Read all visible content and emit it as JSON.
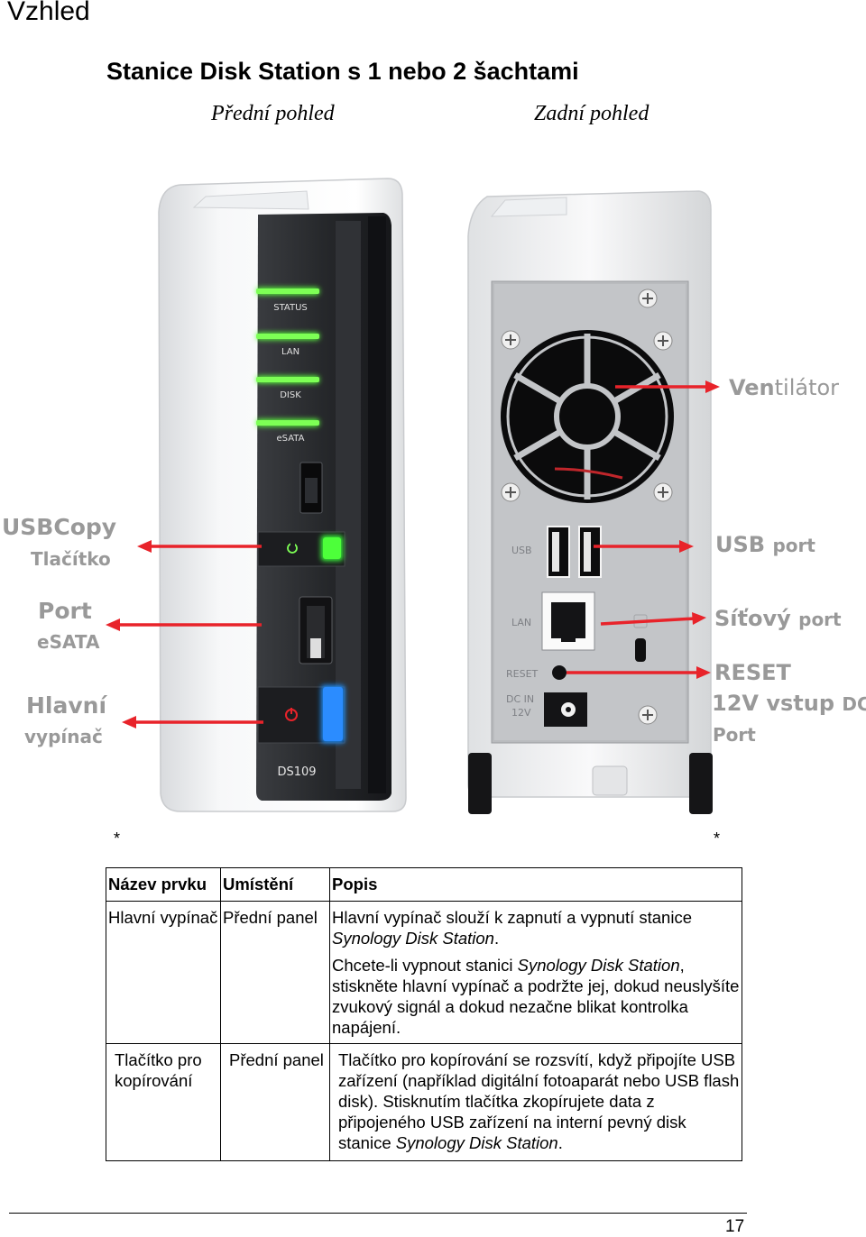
{
  "heading": "Vzhled",
  "subheading": "Stanice Disk Station s 1 nebo 2 šachtami",
  "views": {
    "front": "Přední pohled",
    "back": "Zadní pohled"
  },
  "device": {
    "front_leds": [
      "STATUS",
      "LAN",
      "DISK",
      "eSATA"
    ],
    "model": "DS109",
    "back_ports": {
      "usb": "USB",
      "lan": "LAN",
      "reset": "RESET",
      "dcin": "DC IN",
      "dcin_v": "12V"
    }
  },
  "callouts_left": {
    "usbcopy_1": "USBCopy",
    "usbcopy_2": "Tlačítko",
    "esata_1": "Port",
    "esata_2": "eSATA",
    "power_1": "Hlavní",
    "power_2": "vypínač"
  },
  "callouts_right": {
    "fan_a": "Ven",
    "fan_b": "tilátor",
    "usb_a": "USB",
    "usb_b": "port",
    "lan_a": "Síťový",
    "lan_b": "port",
    "reset": "RESET",
    "dc_a": "12V vstup",
    "dc_b": "DC",
    "dc_c": "Port"
  },
  "footnote_marks": [
    "*",
    "*"
  ],
  "table": {
    "headers": [
      "Název prvku",
      "Umístění",
      "Popis"
    ],
    "rows": [
      {
        "name": "Hlavní vypínač",
        "location": "Přední panel",
        "desc_1_text": "Hlavní vypínač slouží k zapnutí a vypnutí stanice",
        "desc_1_product": "Synology Disk Station",
        "desc_1_end": ".",
        "desc_2_start": "Chcete-li vypnout stanici",
        "desc_2_product": "Synology Disk Station",
        "desc_2_end": ", stiskněte hlavní vypínač a podržte jej, dokud neuslyšíte zvukový signál a dokud nezačne blikat kontrolka napájení."
      },
      {
        "name": "Tlačítko pro kopírování",
        "location": "Přední panel",
        "desc_text": "Tlačítko pro kopírování se rozsvítí, když připojíte USB zařízení (například digitální fotoaparát nebo USB flash disk). Stisknutím tlačítka zkopírujete data z připojeného USB zařízení na interní pevný disk stanice",
        "desc_product": "Synology Disk Station",
        "desc_end": "."
      }
    ]
  },
  "page_number": "17",
  "colors": {
    "arrow": "#e8232a",
    "callout": "#999999",
    "led_green": "#4dff3a",
    "led_blue": "#1e90ff"
  }
}
